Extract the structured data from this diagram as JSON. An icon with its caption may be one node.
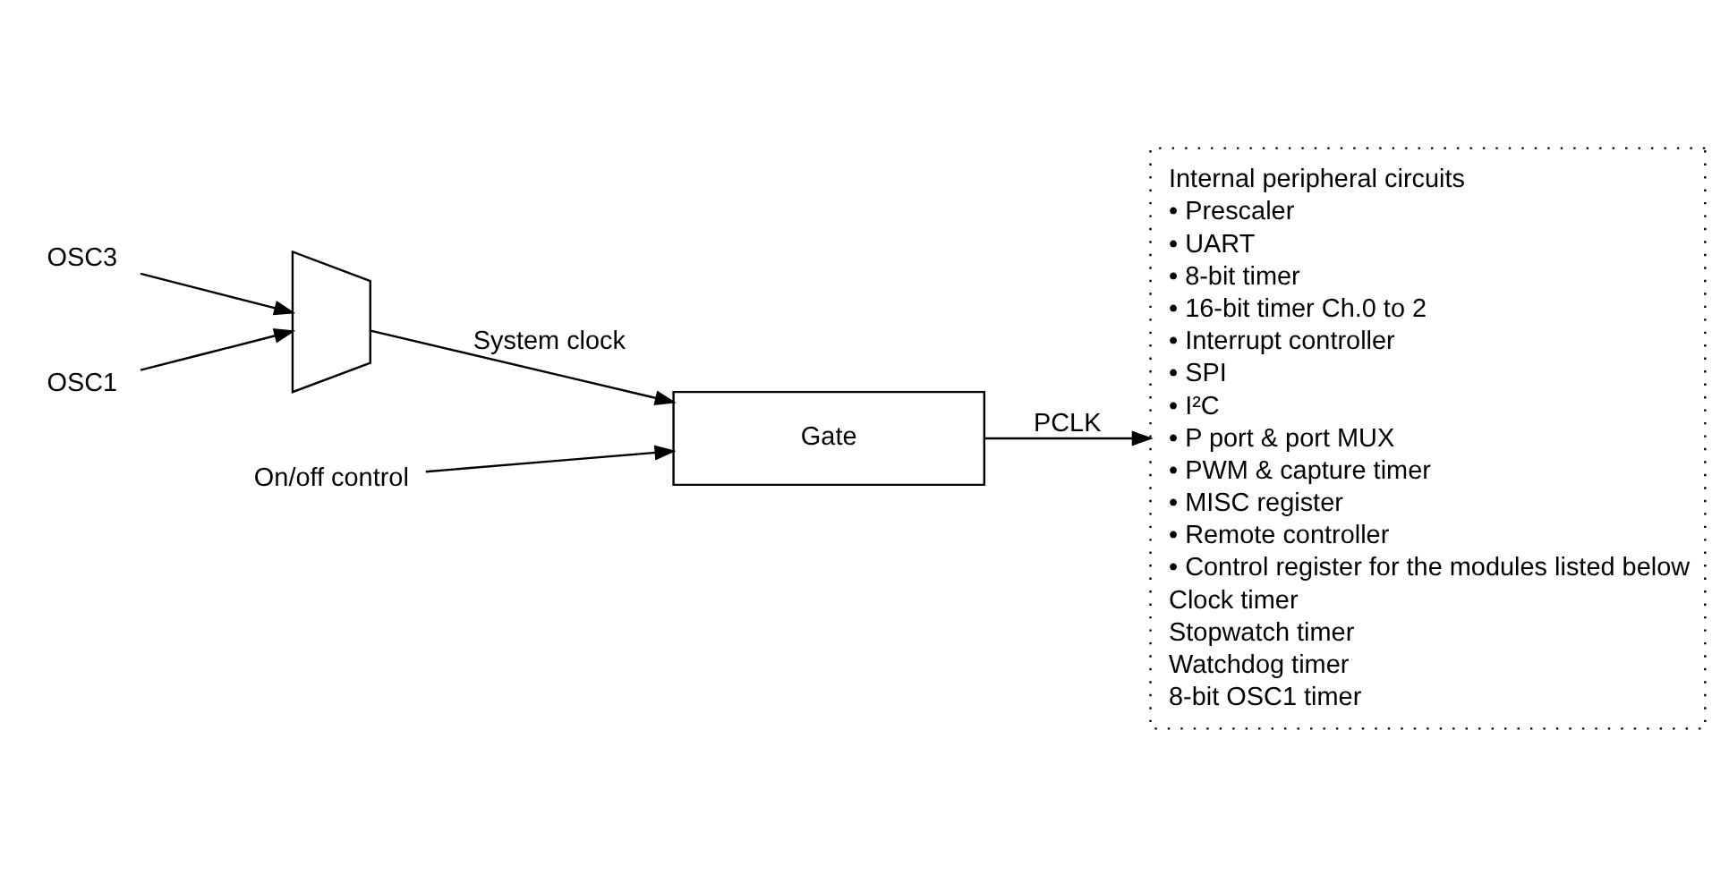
{
  "diagram": {
    "nodes": [
      {
        "text": [
          "OSC3"
        ]
      },
      {
        "text": [
          "OSC1"
        ]
      },
      {
        "text": [],
        "shape": "trapezoid"
      },
      {
        "text": [
          "Gate"
        ]
      },
      {
        "text": [
          "On/off control"
        ]
      },
      {
        "text": [
          "Internal peripheral circuits",
          "• Prescaler",
          "• UART",
          "• 8-bit timer",
          "• 16-bit timer Ch.0 to 2",
          "• Interrupt controller",
          "• SPI",
          "• I²C",
          "• P port & port MUX",
          "• PWM & capture timer",
          "• MISC register",
          "• Remote controller",
          "• Control register for the modules listed below",
          "Clock timer",
          "Stopwatch timer",
          "Watchdog timer",
          "8-bit OSC1 timer"
        ]
      }
    ],
    "edges": [
      {
        "from": 0,
        "to": 2,
        "arrow": "to"
      },
      {
        "from": 1,
        "to": 2,
        "arrow": "to"
      },
      {
        "from": 2,
        "to": 3,
        "arrow": "to",
        "label": "System clock"
      },
      {
        "from": 4,
        "to": 3,
        "arrow": "to"
      },
      {
        "from": 3,
        "to": 5,
        "arrow": "to",
        "label": "PCLK"
      }
    ]
  }
}
